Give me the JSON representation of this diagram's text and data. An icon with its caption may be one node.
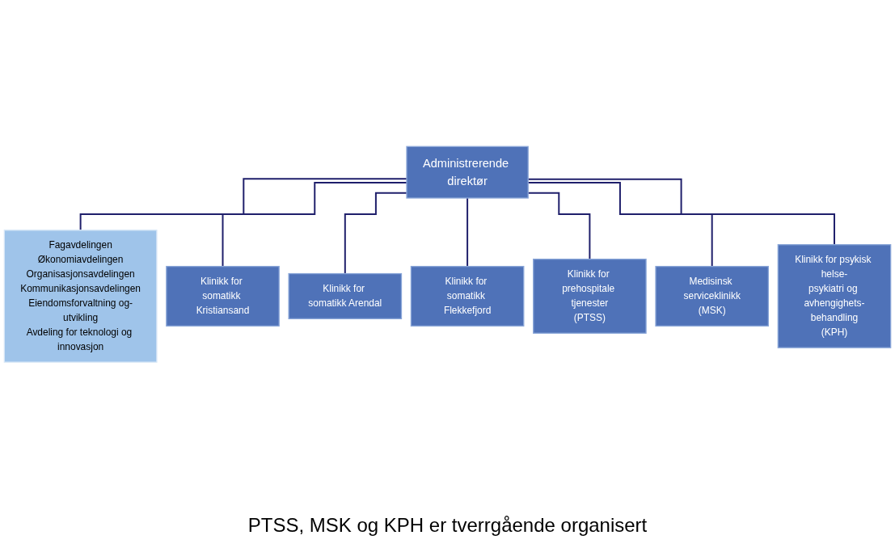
{
  "diagram": {
    "caption": "PTSS, MSK og KPH er tverrgående organisert",
    "nodes": [
      {
        "text": [
          "Administrerende direktør"
        ]
      },
      {
        "text": [
          "Fagavdelingen",
          "Økonomiavdelingen",
          "Organisasjonsavdelingen",
          "Kommunikasjonsavdelingen",
          "Eiendomsforvaltning og-utvikling",
          "Avdeling for teknologi og innovasjon"
        ]
      },
      {
        "text": [
          "Klinikk for somatikk Kristiansand"
        ]
      },
      {
        "text": [
          "Klinikk for somatikk Arendal"
        ]
      },
      {
        "text": [
          "Klinikk for somatikk Flekkefjord"
        ]
      },
      {
        "text": [
          "Klinikk for prehospitale tjenester",
          "(PTSS)"
        ]
      },
      {
        "text": [
          "Medisinsk serviceklinikk",
          "(MSK)"
        ]
      },
      {
        "text": [
          "Klinikk for psykisk helse-",
          "psykiatri og avhengighets-behandling",
          "(KPH)"
        ]
      }
    ],
    "edges": [
      {
        "from": 0,
        "to": 1,
        "arrow": "none"
      },
      {
        "from": 0,
        "to": 2,
        "arrow": "none"
      },
      {
        "from": 0,
        "to": 3,
        "arrow": "none"
      },
      {
        "from": 0,
        "to": 4,
        "arrow": "none"
      },
      {
        "from": 0,
        "to": 5,
        "arrow": "none"
      },
      {
        "from": 0,
        "to": 6,
        "arrow": "none"
      },
      {
        "from": 0,
        "to": 7,
        "arrow": "none"
      }
    ]
  }
}
